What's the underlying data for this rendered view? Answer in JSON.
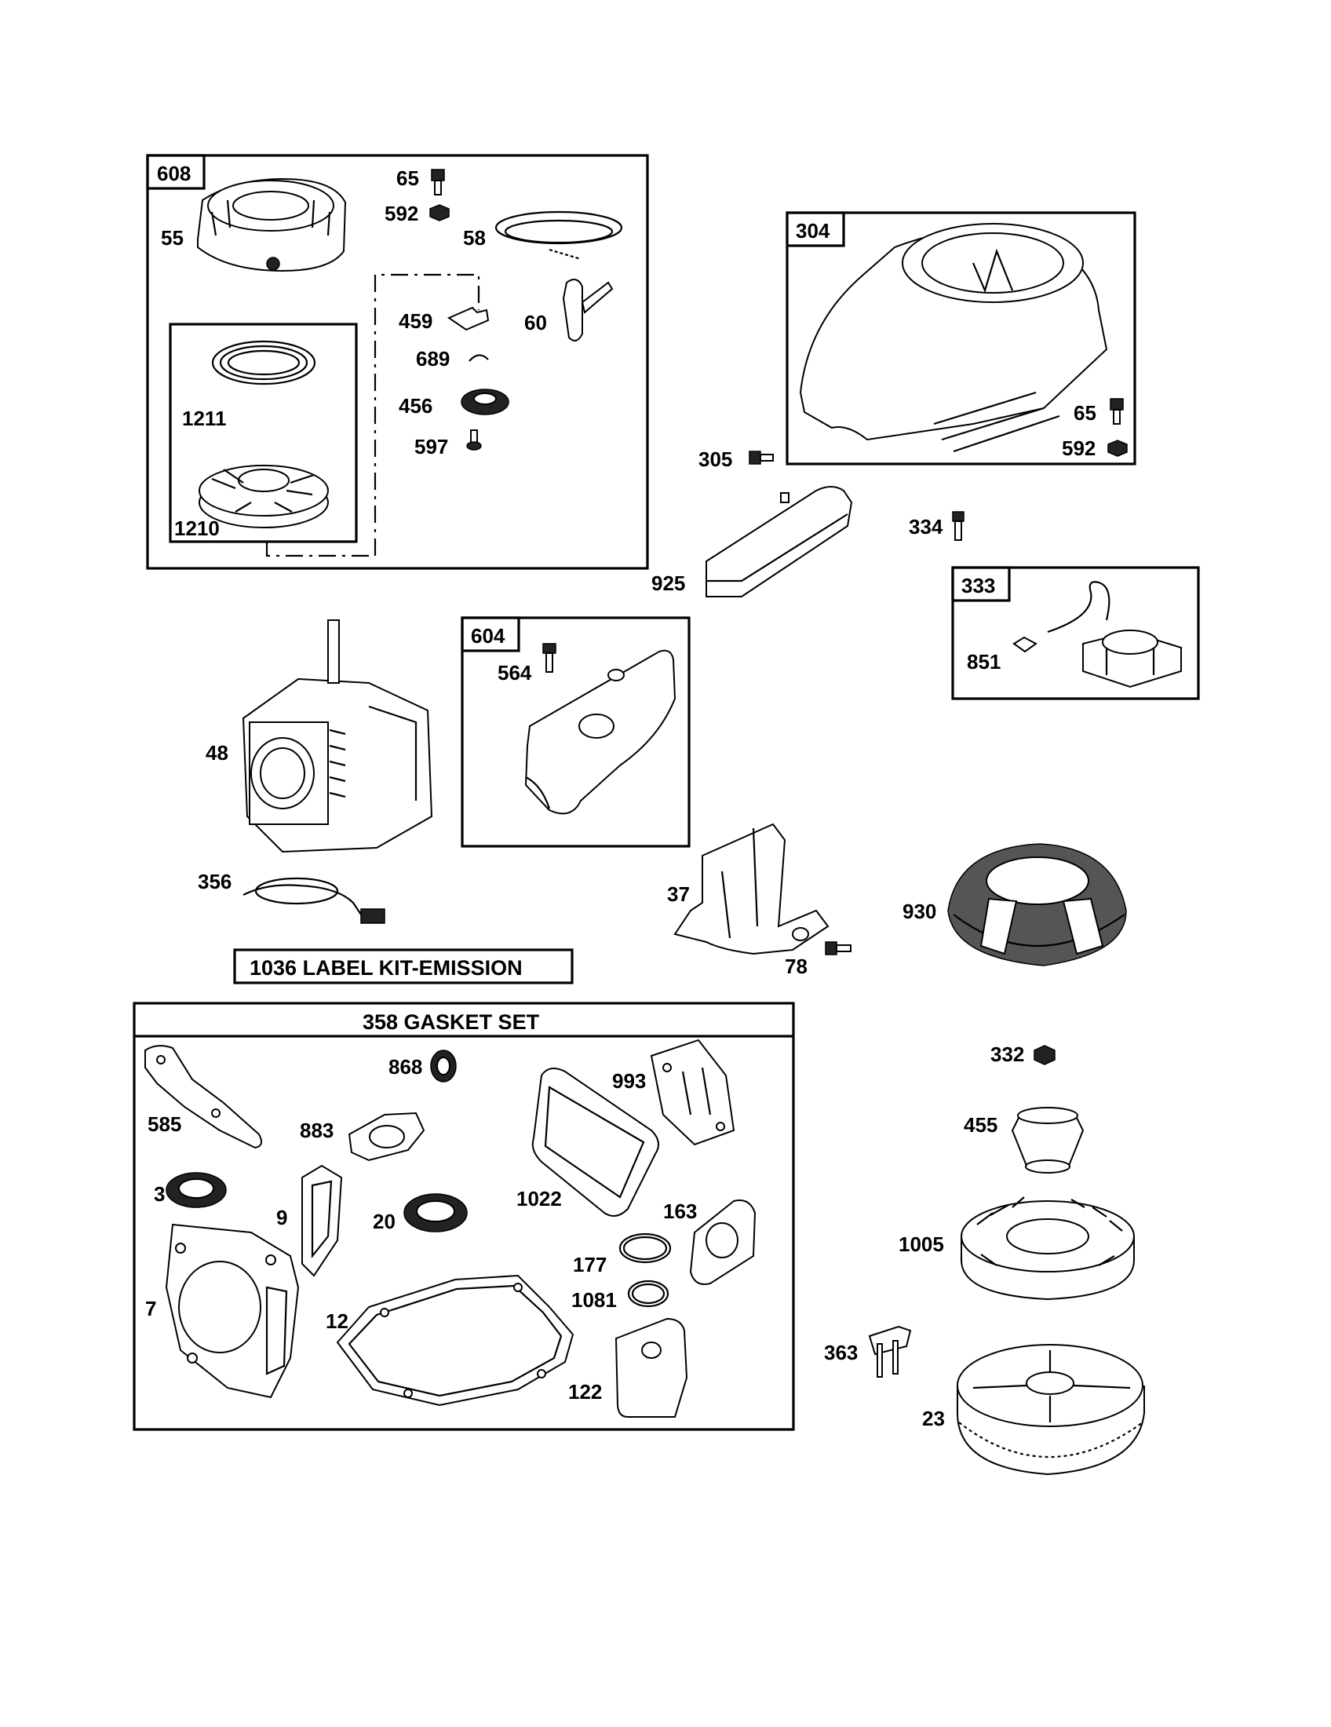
{
  "groups": {
    "g608": "608",
    "g304": "304",
    "g333": "333",
    "g604": "604"
  },
  "kits": {
    "label_kit": "1036 LABEL KIT-EMISSION",
    "gasket_set": "358 GASKET SET"
  },
  "parts": {
    "p65a": "65",
    "p592a": "592",
    "p55": "55",
    "p58": "58",
    "p459": "459",
    "p60": "60",
    "p689": "689",
    "p456": "456",
    "p597": "597",
    "p1211": "1211",
    "p1210": "1210",
    "p65b": "65",
    "p592b": "592",
    "p305": "305",
    "p334": "334",
    "p925": "925",
    "p851": "851",
    "p564": "564",
    "p48": "48",
    "p356": "356",
    "p37": "37",
    "p78": "78",
    "p930": "930",
    "p868": "868",
    "p993": "993",
    "p585": "585",
    "p883": "883",
    "p1022": "1022",
    "p3": "3",
    "p9": "9",
    "p20": "20",
    "p163": "163",
    "p177": "177",
    "p1081": "1081",
    "p7": "7",
    "p12": "12",
    "p122": "122",
    "p332": "332",
    "p455": "455",
    "p1005": "1005",
    "p363": "363",
    "p23": "23"
  }
}
